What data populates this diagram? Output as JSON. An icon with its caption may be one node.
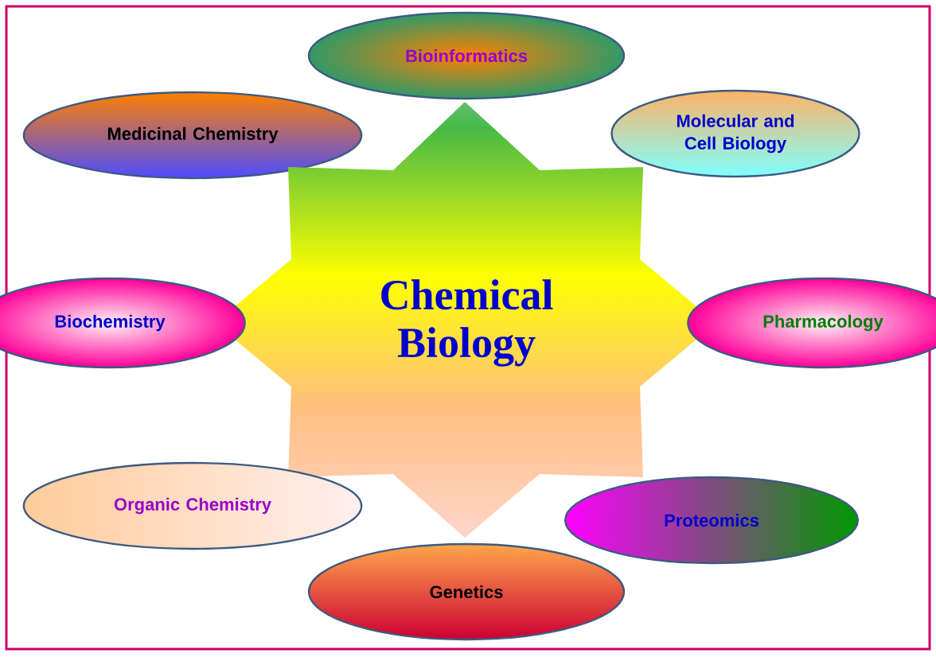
{
  "diagram": {
    "nodes": [
      {
        "text": [
          "Bioinformatics"
        ]
      },
      {
        "text": [
          "Medicinal Chemistry"
        ]
      },
      {
        "text": [
          "Molecular and Cell Biology"
        ]
      },
      {
        "text": [
          "Chemical Biology"
        ]
      },
      {
        "text": [
          "Biochemistry"
        ]
      },
      {
        "text": [
          "Pharmacology"
        ]
      },
      {
        "text": [
          "Organic Chemistry"
        ]
      },
      {
        "text": [
          "Proteomics"
        ]
      },
      {
        "text": [
          "Genetics"
        ]
      }
    ]
  }
}
